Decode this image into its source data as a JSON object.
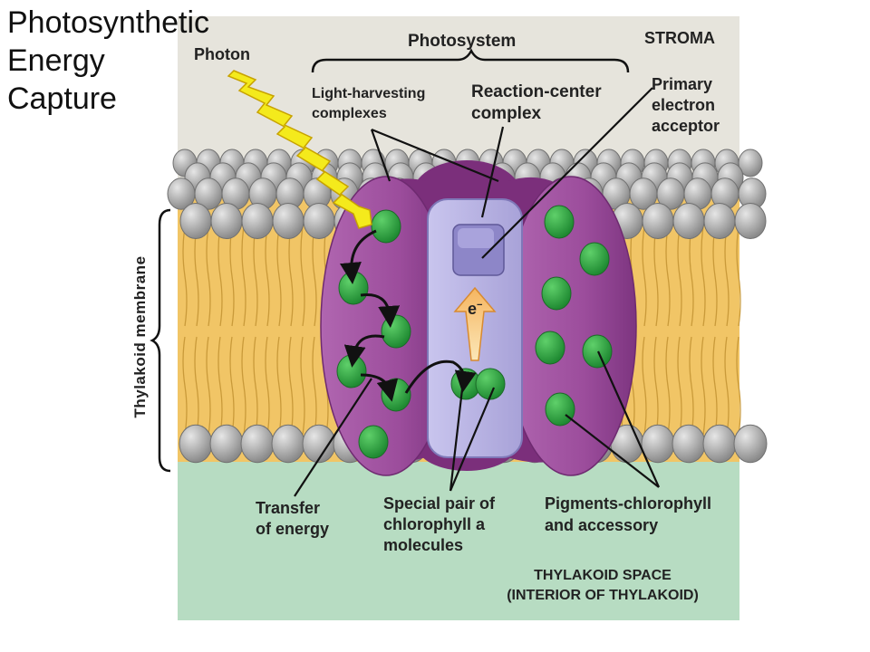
{
  "title_lines": [
    "Photosynthetic",
    "Energy",
    "Capture"
  ],
  "labels": {
    "photon": "Photon",
    "photosystem": "Photosystem",
    "stroma": "STROMA",
    "light_harvesting": [
      "Light-harvesting",
      "complexes"
    ],
    "reaction_center": [
      "Reaction-center",
      "complex"
    ],
    "primary_acceptor": [
      "Primary",
      "electron",
      "acceptor"
    ],
    "thylakoid_membrane": "Thylakoid membrane",
    "electron": "e",
    "electron_charge": "−",
    "transfer_energy": [
      "Transfer",
      "of energy"
    ],
    "special_pair": [
      "Special pair of",
      "chlorophyll a",
      "molecules"
    ],
    "pigments": [
      "Pigments-chlorophyll",
      "and accessory"
    ],
    "thylakoid_space": [
      "THYLAKOID SPACE",
      "(INTERIOR OF THYLAKOID)"
    ]
  },
  "colors": {
    "stroma": "#e6e4dc",
    "thylakoid_space": "#b7dcc2",
    "membrane_lipid_tail": "#f1c566",
    "lipid_head": "#a6a6a6",
    "protein_purple": "#9c4d9c",
    "protein_dark": "#7b2f7b",
    "reaction_center": "#b9b4e2",
    "chlorophyll": "#35b04a",
    "photon": "#f4ea1c"
  }
}
